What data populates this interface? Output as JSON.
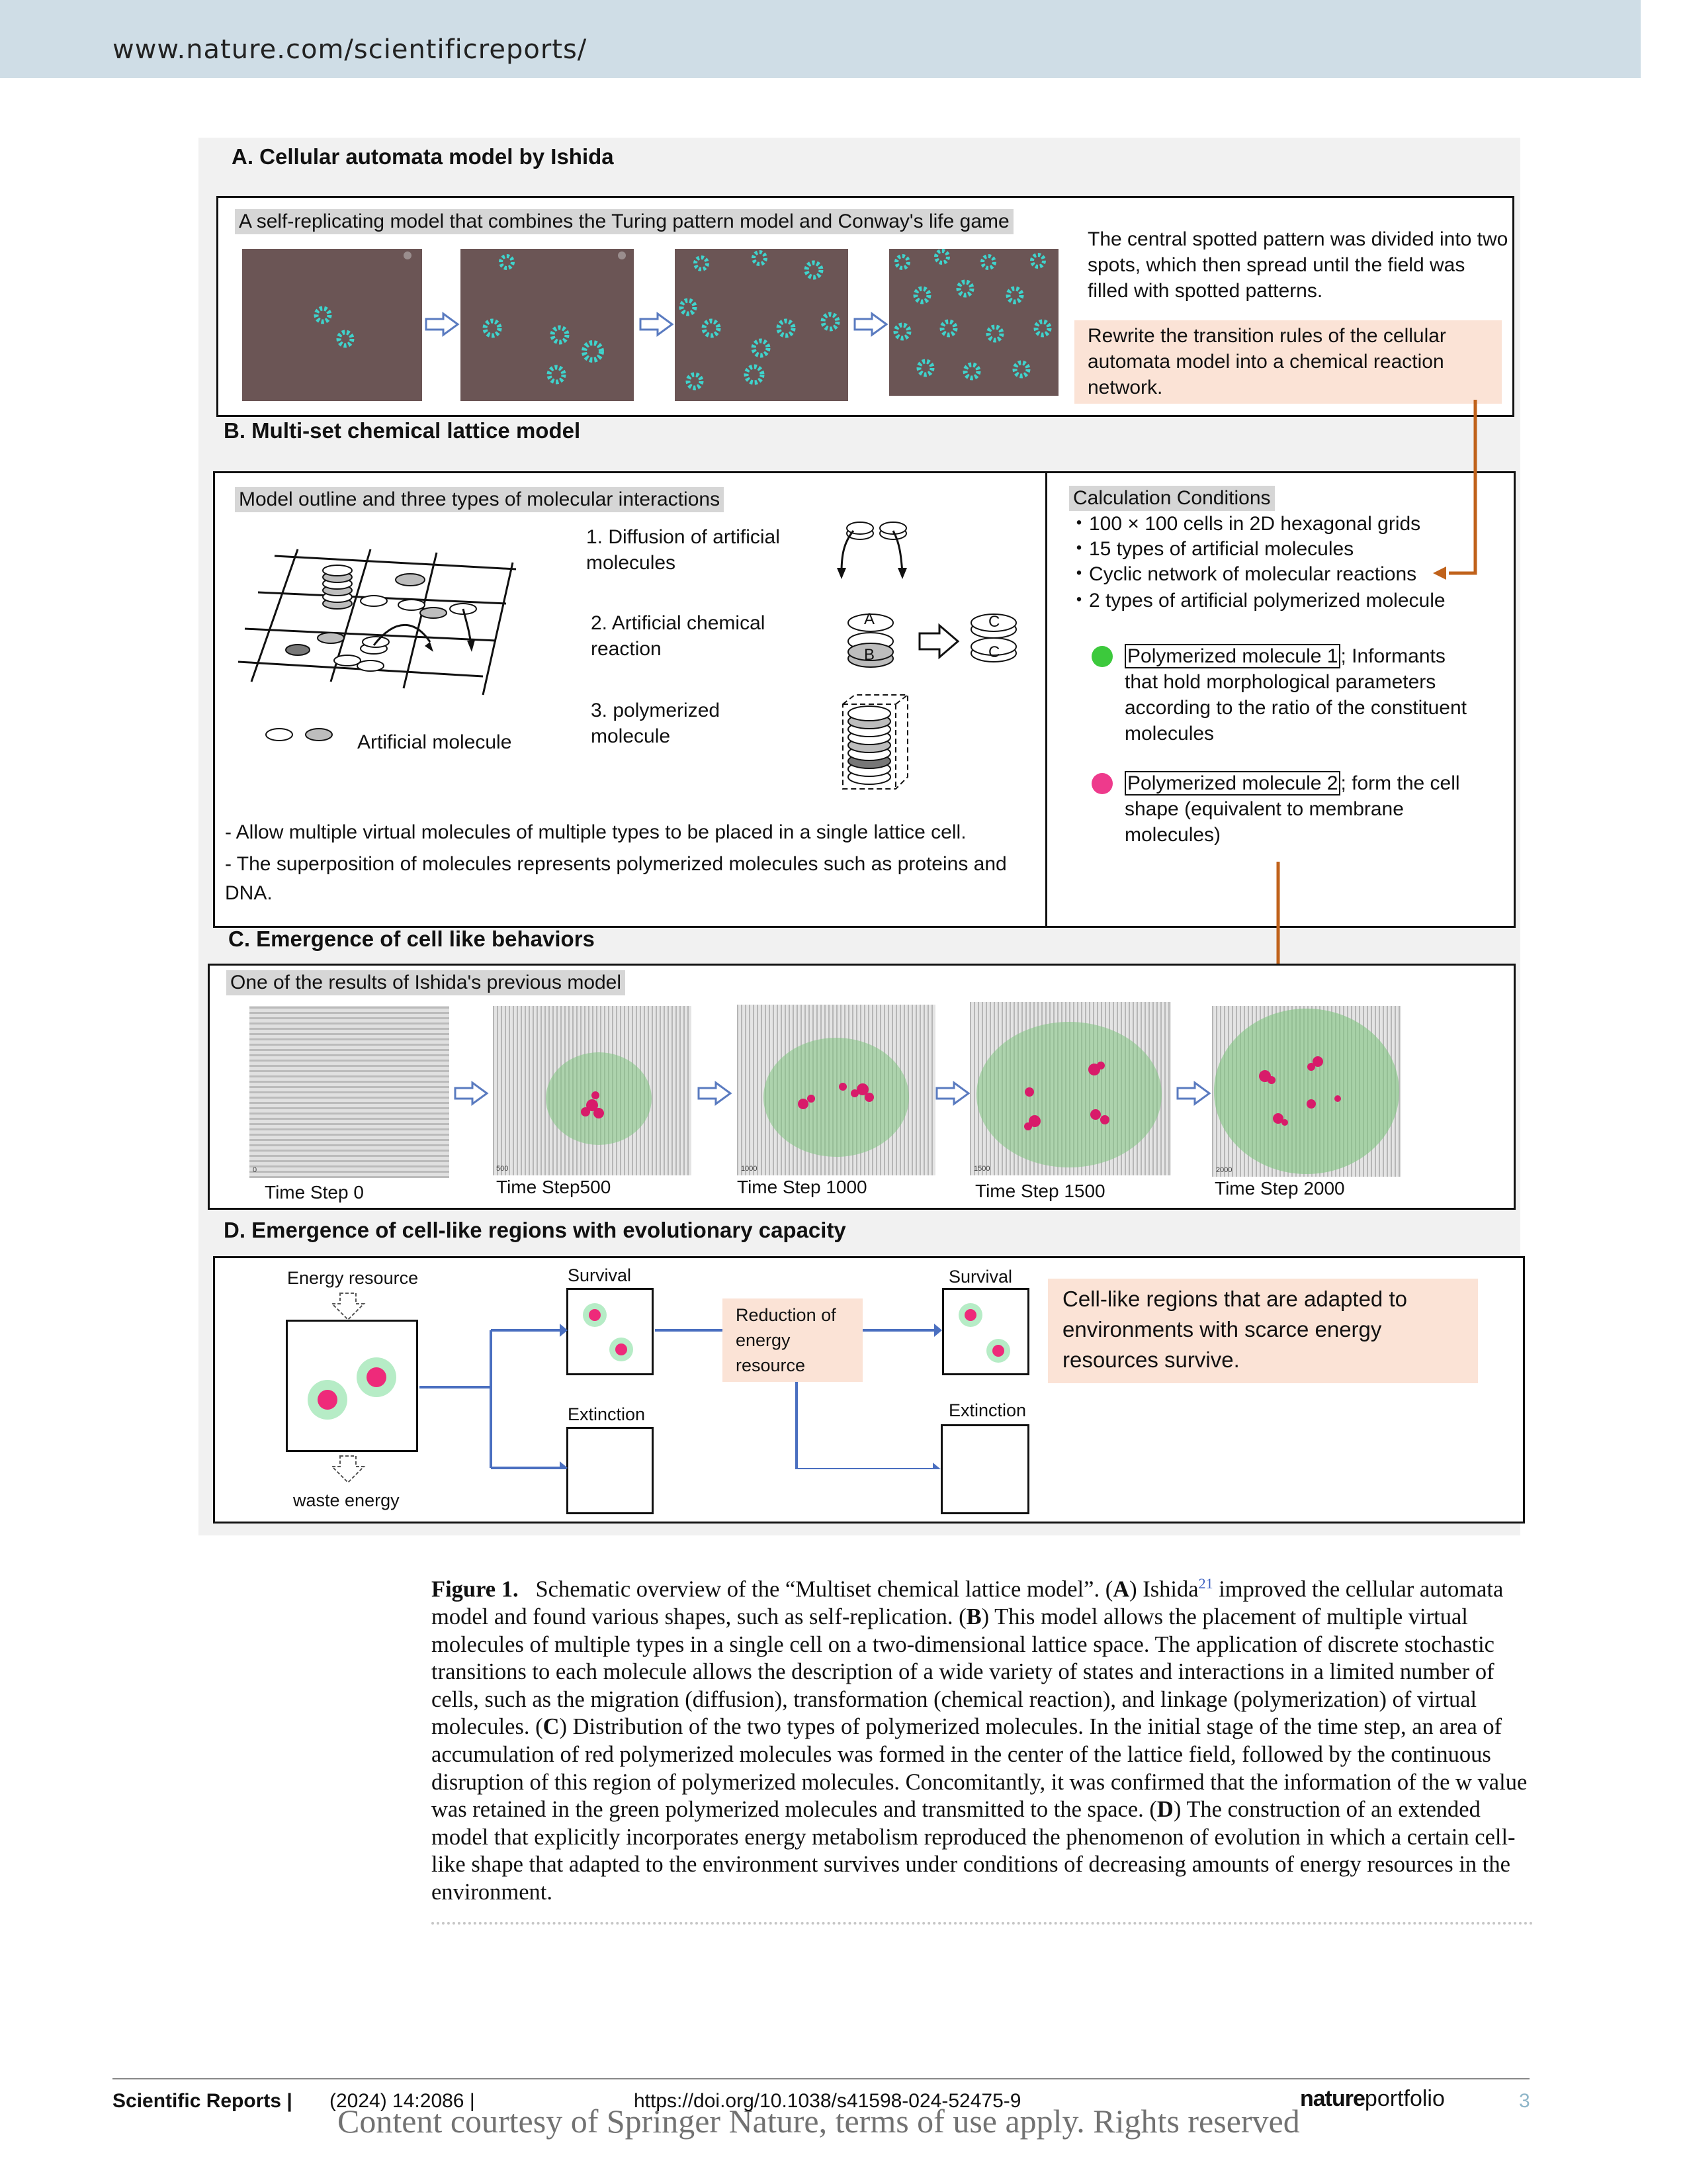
{
  "header": {
    "url": "www.nature.com/scientificreports/"
  },
  "figure": {
    "sectionA": {
      "title": "A. Cellular automata model by Ishida",
      "label": "A self-replicating model that combines the Turing pattern model and Conway's life game",
      "description": "The central spotted pattern was divided into two spots, which then spread until the field was filled with spotted patterns.",
      "note": "Rewrite the transition rules of the cellular automata model into a chemical reaction network."
    },
    "sectionB": {
      "title": "B. Multi-set chemical lattice model",
      "left_label": "Model outline and three types of molecular interactions",
      "diffusion": "1. Diffusion of artificial molecules",
      "reaction": "2. Artificial chemical reaction",
      "polymerized": "3. polymerized molecule",
      "artificial_molecule": "Artificial molecule",
      "mol_A": "A",
      "mol_B": "B",
      "mol_C1": "C",
      "mol_C2": "C",
      "bullet1": "- Allow multiple virtual molecules of multiple types to be placed in a single lattice cell.",
      "bullet2": "- The superposition of molecules represents polymerized molecules such as proteins and DNA.",
      "right_label": "Calculation Conditions",
      "conditions": [
        "・100 × 100 cells in 2D hexagonal grids",
        "・15 types of artificial molecules",
        "・Cyclic network of molecular reactions",
        "・2 types of artificial polymerized molecule"
      ],
      "poly1_name": "Polymerized molecule 1",
      "poly1_desc": "; Informants that hold morphological parameters according to the ratio of the constituent molecules",
      "poly2_name": "Polymerized molecule 2",
      "poly2_desc": "; form the cell shape (equivalent to membrane molecules)",
      "colors": {
        "poly1": "#3cc93c",
        "poly2": "#ee3a8c",
        "arrow": "#c0621b"
      }
    },
    "sectionC": {
      "title": "C. Emergence of cell like behaviors",
      "label": "One of the results of Ishida's previous model",
      "steps": [
        {
          "label": "Time Step 0",
          "num": "0"
        },
        {
          "label": "Time Step500",
          "num": "500"
        },
        {
          "label": "Time Step 1000",
          "num": "1000"
        },
        {
          "label": "Time Step 1500",
          "num": "1500"
        },
        {
          "label": "Time Step 2000",
          "num": "2000"
        }
      ]
    },
    "sectionD": {
      "title": "D. Emergence of cell-like regions with evolutionary capacity",
      "energy_resource": "Energy resource",
      "waste_energy": "waste energy",
      "survival1": "Survival",
      "extinction1": "Extinction",
      "reduction": "Reduction of energy resource",
      "survival2": "Survival",
      "extinction2": "Extinction",
      "note": "Cell-like regions that are adapted to environments with scarce energy resources survive.",
      "colors": {
        "arrow": "#4a6fc0"
      }
    }
  },
  "caption": {
    "fig_label": "Figure 1.",
    "text_1": "Schematic overview of the “Multiset chemical lattice model”. (",
    "A": "A",
    "text_2": ") Ishida",
    "ref": "21",
    "text_3": " improved the cellular automata model and found various shapes, such as self-replication. (",
    "B": "B",
    "text_4": ") This model allows the placement of multiple virtual molecules of multiple types in a single cell on a two-dimensional lattice space. The application of discrete stochastic transitions to each molecule allows the description of a wide variety of states and interactions in a limited number of cells, such as the migration (diffusion), transformation (chemical reaction), and linkage (polymerization) of virtual molecules. (",
    "C": "C",
    "text_5": ") Distribution of the two types of polymerized molecules. In the initial stage of the time step, an area of accumulation of red polymerized molecules was formed in the center of the lattice field, followed by the continuous disruption of this region of polymerized molecules. Concomitantly, it was confirmed that the information of the w value was retained in the green polymerized molecules and transmitted to the space. (",
    "D": "D",
    "text_6": ") The construction of an extended model that explicitly incorporates energy metabolism reproduced the phenomenon of evolution in which a certain cell-like shape that adapted to the environment survives under conditions of decreasing amounts of energy resources in the environment."
  },
  "footer": {
    "journal": "Scientific Reports |",
    "volume": "(2024) 14:2086 |",
    "doi": "https://doi.org/10.1038/s41598-024-52475-9",
    "brand_bold": "nature",
    "brand_light": "portfolio",
    "page": "3",
    "watermark": "Content courtesy of Springer Nature, terms of use apply. Rights reserved"
  }
}
